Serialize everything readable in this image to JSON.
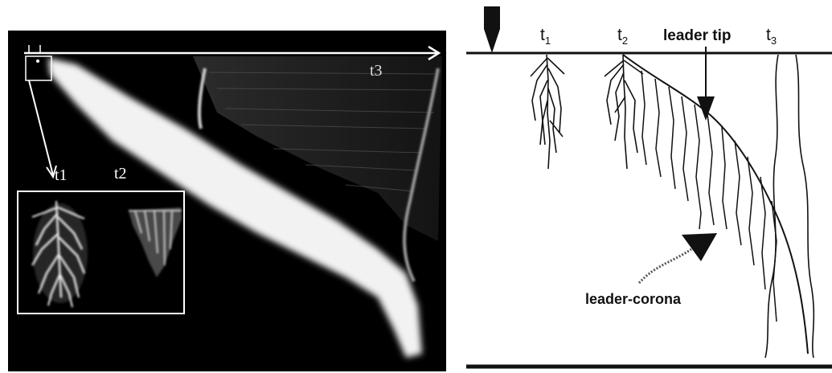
{
  "streak_photo": {
    "time_markers": {
      "t1": "t1",
      "t2": "t2",
      "t3": "t3"
    },
    "colors": {
      "background": "#000000",
      "streak": "#f4f4f4",
      "frame": "#ffffff"
    }
  },
  "schematic": {
    "time_labels": {
      "t1_base": "t",
      "t1_sub": "1",
      "t2_base": "t",
      "t2_sub": "2",
      "t3_base": "t",
      "t3_sub": "3"
    },
    "annotations": {
      "leader_tip": "leader tip",
      "leader_corona": "leader-corona"
    },
    "colors": {
      "line": "#111111",
      "text": "#111111"
    }
  }
}
